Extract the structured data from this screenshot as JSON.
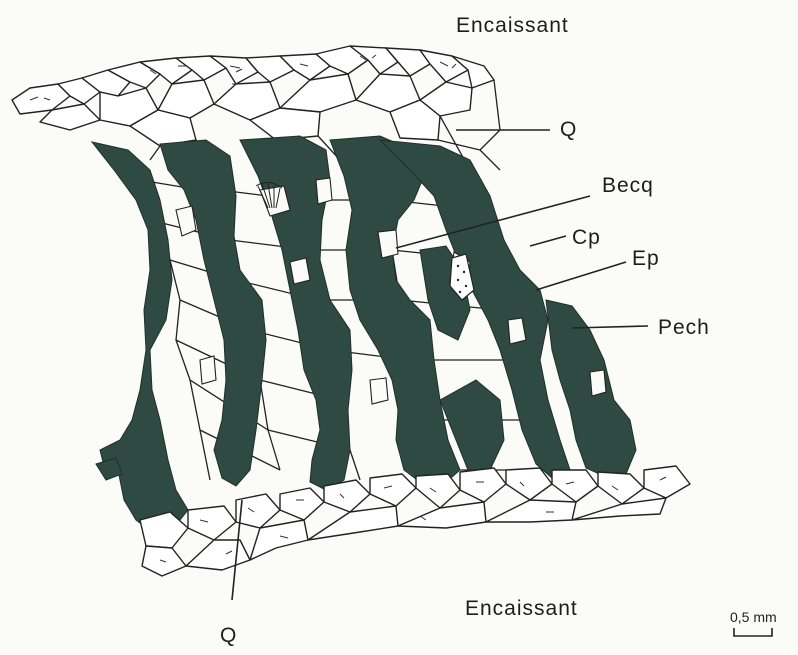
{
  "labels": {
    "top_encaissant": "Encaissant",
    "bottom_encaissant": "Encaissant",
    "q_top": "Q",
    "q_bottom": "Q",
    "becq": "Becq",
    "cp": "Cp",
    "ep": "Ep",
    "pech": "Pech"
  },
  "scale_bar": {
    "label": "0,5 mm"
  },
  "colors": {
    "pitchblende_fill": "#2f4a42",
    "outline": "#222222",
    "background": "#fbfbf8"
  }
}
